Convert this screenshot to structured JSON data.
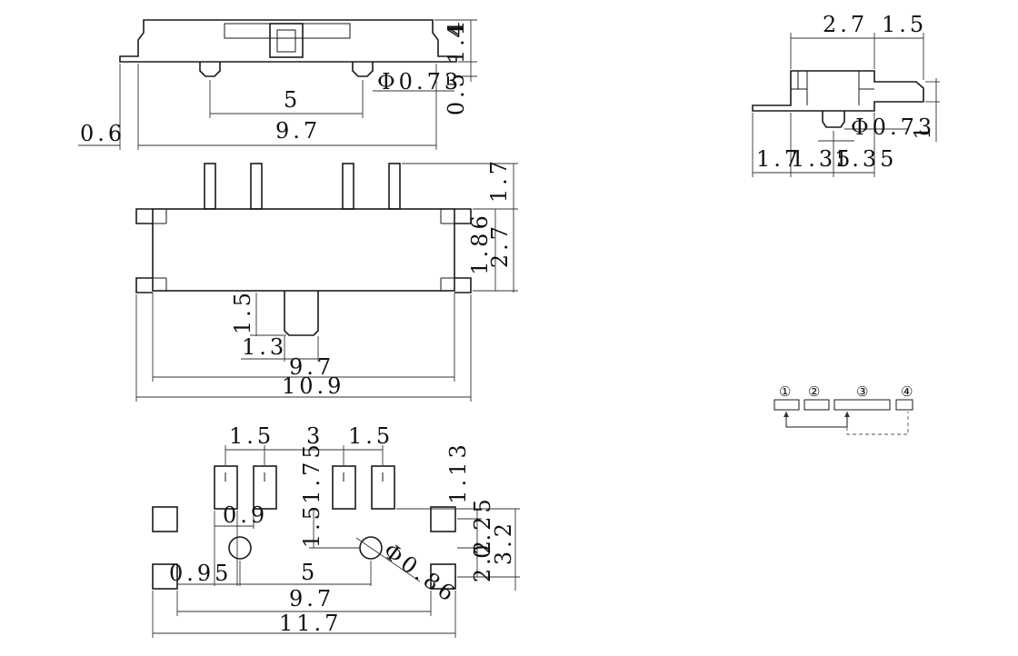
{
  "dims": {
    "top_view": {
      "height_4": "4",
      "height_1_4": "1.4",
      "height_0_5": "0.5",
      "pin_dia": "Φ0.73",
      "pitch_5": "5",
      "len_9_7": "9.7",
      "offset_0_6": "0.6"
    },
    "side_view": {
      "width_2_7": "2.7",
      "width_1_5": "1.5",
      "pin_dia": "Φ0.73",
      "len_1": "1",
      "seg_1_7": "1.7",
      "seg_1_35_a": "1.35",
      "seg_1_35_b": "1.35"
    },
    "front_view": {
      "pin_1_7": "1.7",
      "h_1_86": "1.86",
      "h_2_7": "2.7",
      "act_1_5": "1.5",
      "act_1_3": "1.3",
      "w_9_7": "9.7",
      "w_10_9": "10.9"
    },
    "pcb_layout": {
      "pitch_1_5_a": "1.5",
      "pitch_3": "3",
      "pitch_1_5_b": "1.5",
      "pad_1_13": "1.13",
      "pad_1_75": "1.75",
      "pad_1_5": "1.5",
      "pad_0_9": "0.9",
      "off_0_25": "0.25",
      "h_3_2": "3.2",
      "hole_dia": "Φ0.86",
      "h_2_2": "2.2",
      "off_0_95": "0.95",
      "hole_5": "5",
      "w_9_7": "9.7",
      "w_11_7": "11.7"
    },
    "schematic": {
      "pin1": "①",
      "pin2": "②",
      "pin3": "③",
      "pin4": "④"
    }
  }
}
